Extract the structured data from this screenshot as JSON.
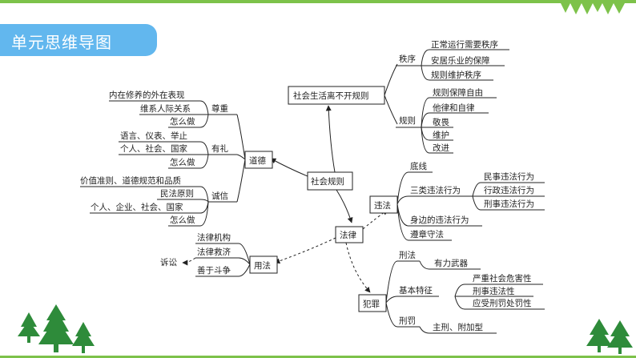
{
  "title": "单元思维导图",
  "center": "社会规则",
  "header_node": "社会生活离不开规则",
  "order": {
    "label": "秩序",
    "items": [
      "正常运行需要秩序",
      "安居乐业的保障",
      "规则维护秩序"
    ]
  },
  "rules": {
    "label": "规则",
    "items": [
      "规则保障自由",
      "他律和自律",
      "敬畏",
      "维护",
      "改进"
    ]
  },
  "morality": {
    "label": "道德",
    "respect": {
      "label": "尊重",
      "items": [
        "内在修养的外在表现",
        "维系人际关系",
        "怎么做"
      ]
    },
    "courtesy": {
      "label": "有礼",
      "items": [
        "语言、仪表、举止",
        "个人、社会、国家",
        "怎么做"
      ]
    },
    "honesty": {
      "label": "诚信",
      "items": [
        "价值准则、道德规范和品质",
        "民法原则",
        "个人、企业、社会、国家",
        "怎么做"
      ]
    }
  },
  "law": "法律",
  "illegal": {
    "label": "违法",
    "items": [
      "底线",
      "三类违法行为",
      "身边的违法行为",
      "遵章守法"
    ],
    "three_types": [
      "民事违法行为",
      "行政违法行为",
      "刑事违法行为"
    ]
  },
  "use_law": {
    "label": "用法",
    "items": [
      "法律机构",
      "法律救济",
      "善于斗争"
    ],
    "litigation": "诉讼"
  },
  "crime": {
    "label": "犯罪",
    "criminal_law": "刑法",
    "weapon": "有力武器",
    "features": "基本特征",
    "feature_items": [
      "严重社会危害性",
      "刑事违法性",
      "应受刑罚处罚性"
    ],
    "penalty": "刑罚",
    "penalty_types": "主刑、附加型"
  },
  "colors": {
    "accent": "#62b7ee",
    "green": "#7dc24a",
    "tree": "#2e8b3a",
    "line": "#222222"
  }
}
